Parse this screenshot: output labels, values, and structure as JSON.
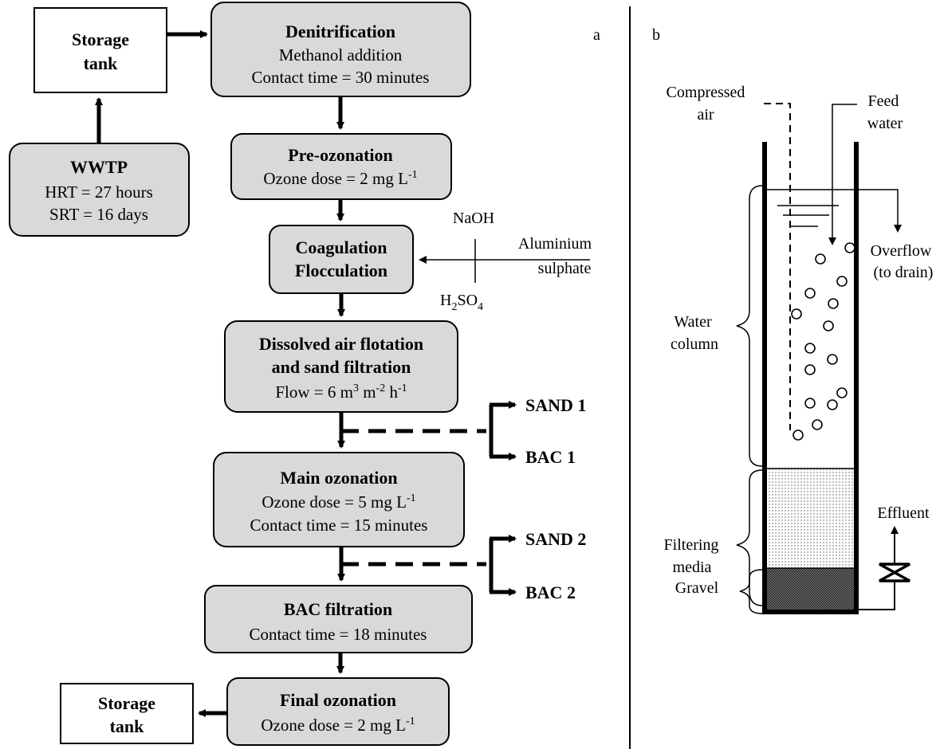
{
  "panel_a": {
    "label": "a",
    "storage_tank_top": {
      "line1": "Storage",
      "line2": "tank"
    },
    "wwtp": {
      "title": "WWTP",
      "line1": "HRT = 27 hours",
      "line2": "SRT = 16 days"
    },
    "denitrification": {
      "title": "Denitrification",
      "line1": "Methanol addition",
      "line2": "Contact time = 30 minutes"
    },
    "pre_ozonation": {
      "title": "Pre-ozonation",
      "line1_main": "Ozone dose = 2 mg L",
      "line1_sup": "-1"
    },
    "coagulation": {
      "title1": "Coagulation",
      "title2": "Flocculation"
    },
    "chemicals": {
      "naoh": "NaOH",
      "h2so4_a": "H",
      "h2so4_sub1": "2",
      "h2so4_b": "SO",
      "h2so4_sub2": "4",
      "aluminium1": "Aluminium",
      "aluminium2": "sulphate"
    },
    "daf": {
      "title1": "Dissolved air flotation",
      "title2": "and sand filtration",
      "flow_a": "Flow = 6 m",
      "flow_sup1": "3",
      "flow_b": " m",
      "flow_sup2": "-2",
      "flow_c": " h",
      "flow_sup3": "-1"
    },
    "sand1": "SAND 1",
    "bac1": "BAC 1",
    "main_ozonation": {
      "title": "Main ozonation",
      "line1_main": "Ozone dose = 5 mg L",
      "line1_sup": "-1",
      "line2": "Contact time = 15 minutes"
    },
    "sand2": "SAND 2",
    "bac2": "BAC 2",
    "bac_filtration": {
      "title": "BAC filtration",
      "line1": "Contact time = 18 minutes"
    },
    "final_ozonation": {
      "title": "Final ozonation",
      "line1_main": "Ozone dose = 2 mg L",
      "line1_sup": "-1"
    },
    "storage_tank_bottom": {
      "line1": "Storage",
      "line2": "tank"
    }
  },
  "panel_b": {
    "label": "b",
    "compressed_air": {
      "line1": "Compressed",
      "line2": "air"
    },
    "feed_water": {
      "line1": "Feed",
      "line2": "water"
    },
    "overflow": {
      "line1": "Overflow",
      "line2": "(to drain)"
    },
    "water_column": {
      "line1": "Water",
      "line2": "column"
    },
    "filtering_media": {
      "line1": "Filtering",
      "line2": "media"
    },
    "gravel": "Gravel",
    "effluent": "Effluent"
  },
  "colors": {
    "box_fill": "#d9d9d9",
    "stroke": "#000000"
  }
}
